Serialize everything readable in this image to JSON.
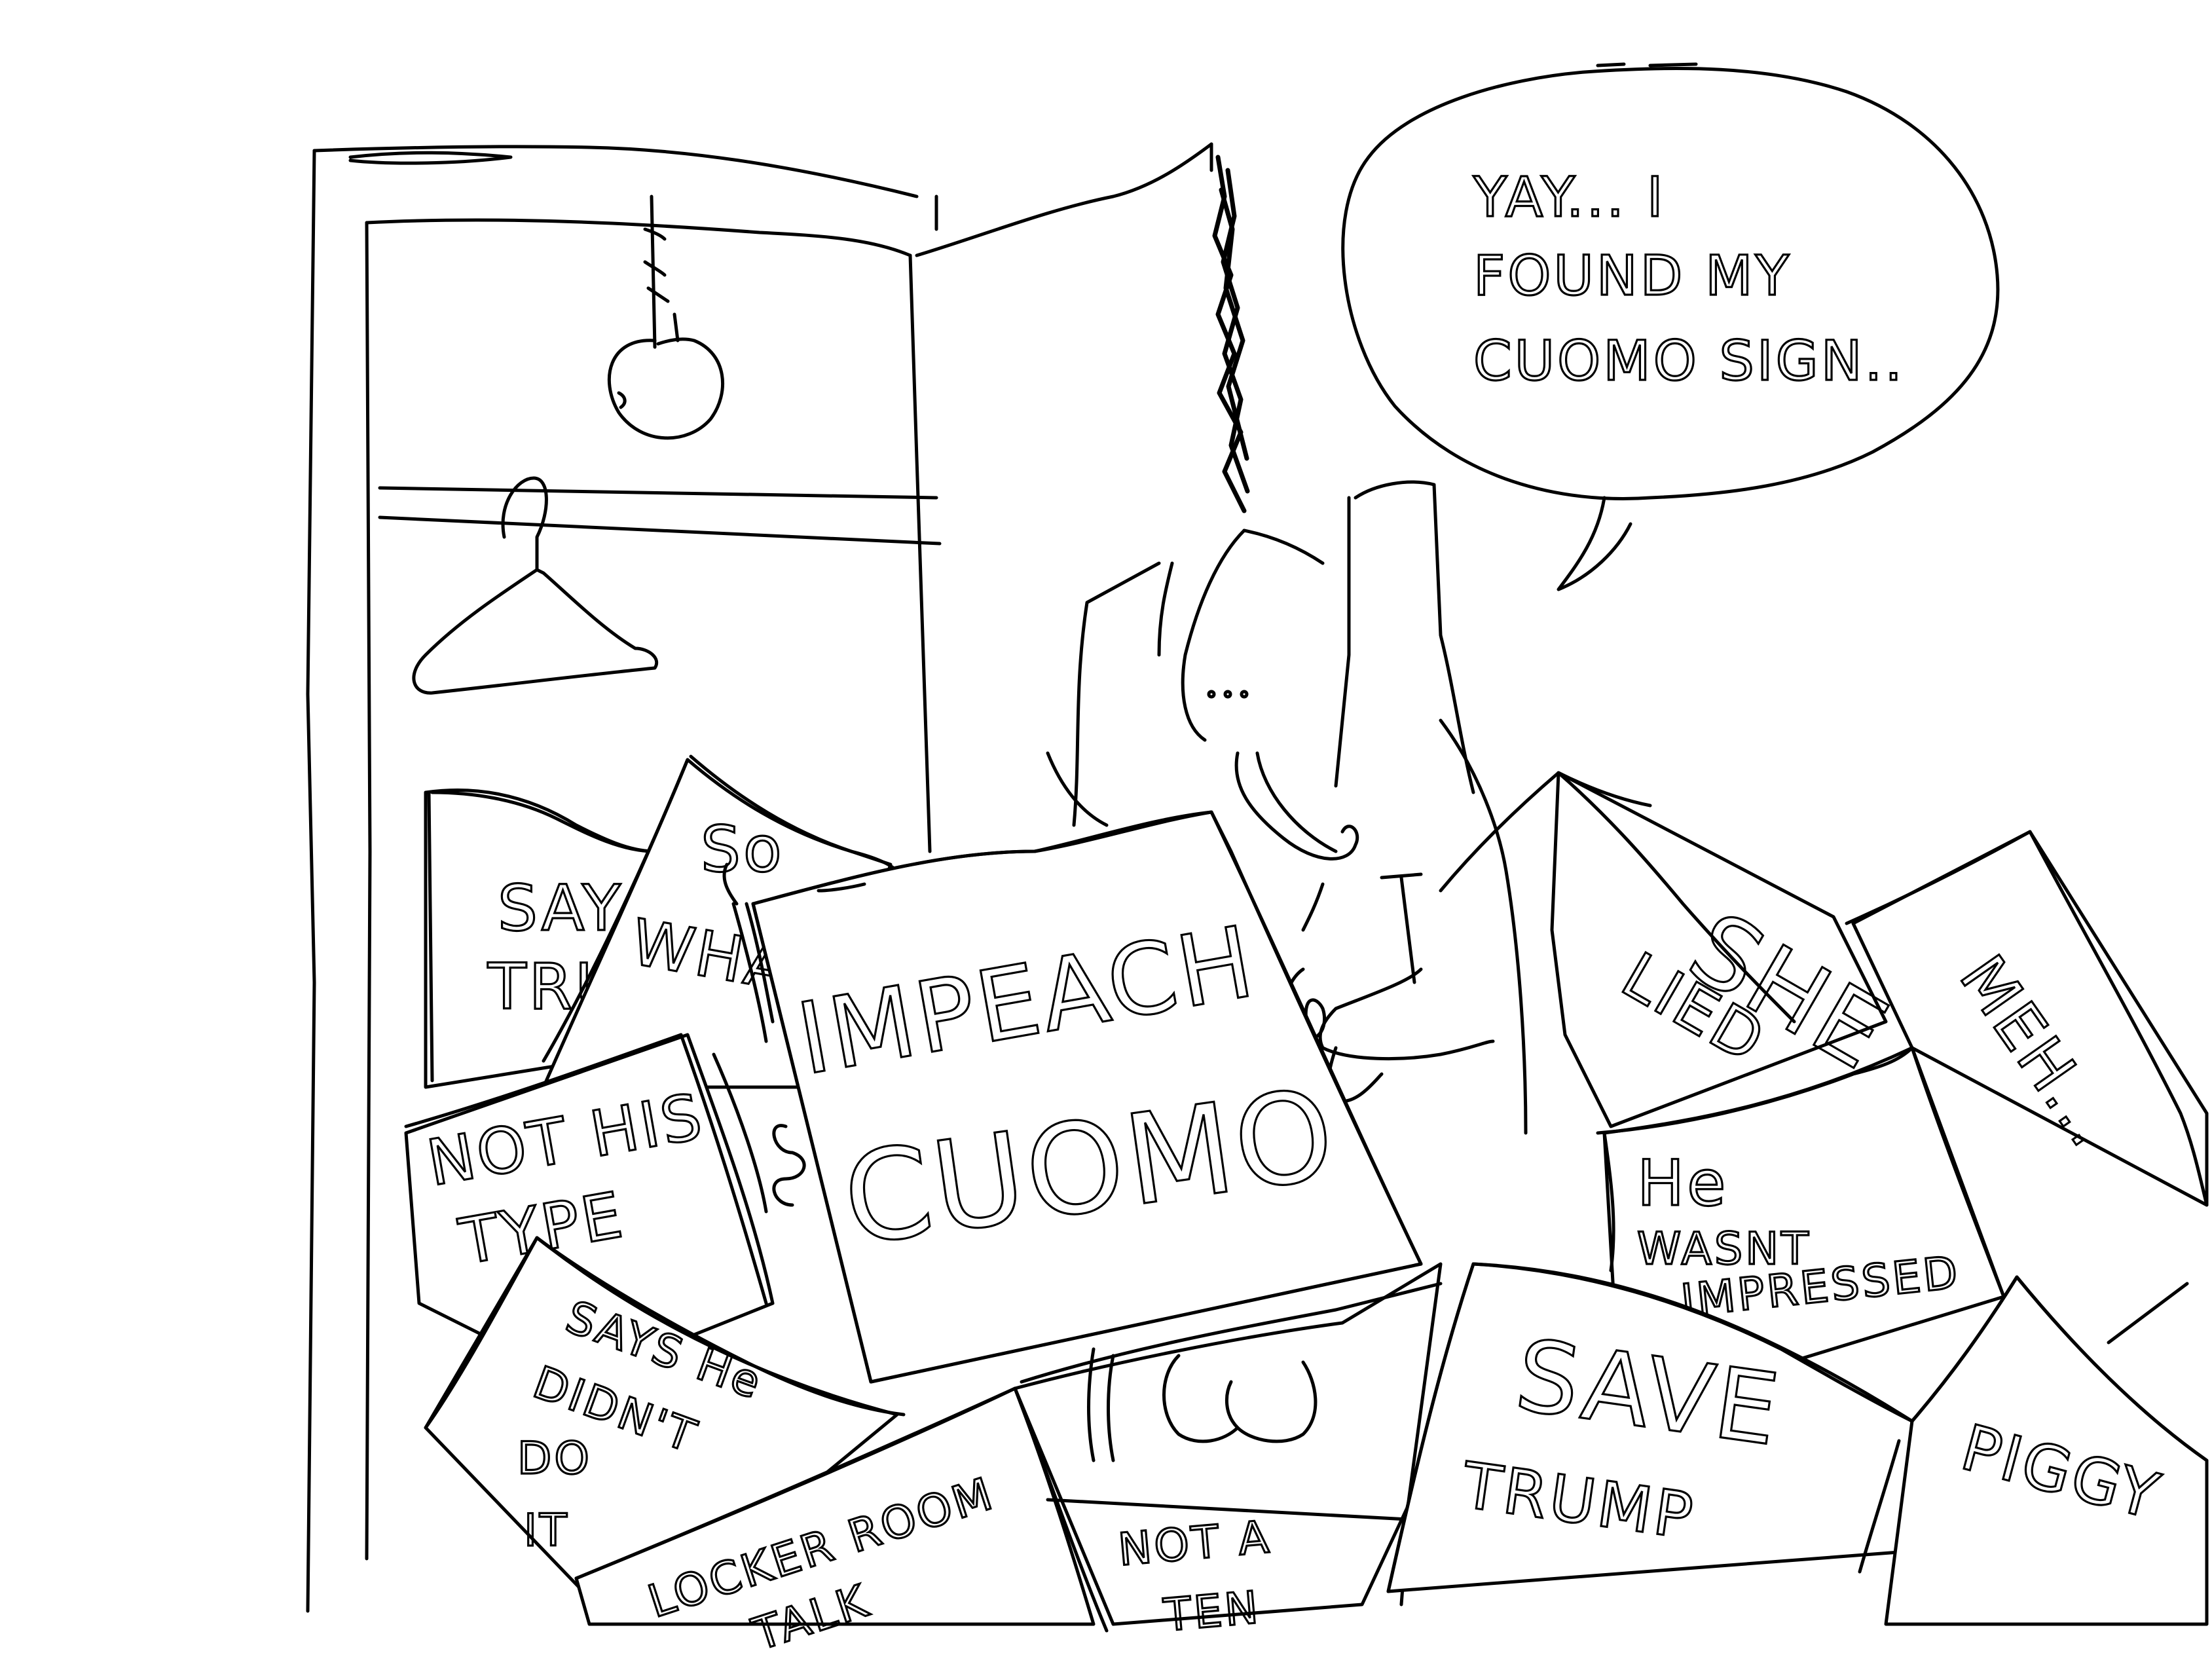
{
  "speech_bubble": {
    "lines": [
      "YAY... I",
      "FOUND MY",
      "CUOMO SIGN.."
    ]
  },
  "signs": {
    "impeach": [
      "IMPEACH",
      "CUOMO"
    ],
    "so_what": [
      "So",
      "WHAT"
    ],
    "say_tru": [
      "SAY",
      "TRU"
    ],
    "not_his_type": [
      "NOT HIS",
      "TYPE"
    ],
    "says_he_didnt": [
      "SAYS He",
      "DIDN'T",
      "DO",
      "IT"
    ],
    "locker_room": [
      "LOCKER ROOM",
      "TALK"
    ],
    "not_a_ten": [
      "NOT A",
      "TEN"
    ],
    "save_trump": [
      "SAVE",
      "TRUMP"
    ],
    "piggy": [
      "PIGGY"
    ],
    "he_wasnt": [
      "He",
      "WASNT",
      "IMPRESSED"
    ],
    "she_lied": [
      "SHE",
      "LIED"
    ],
    "meh": [
      "MEH..."
    ]
  }
}
